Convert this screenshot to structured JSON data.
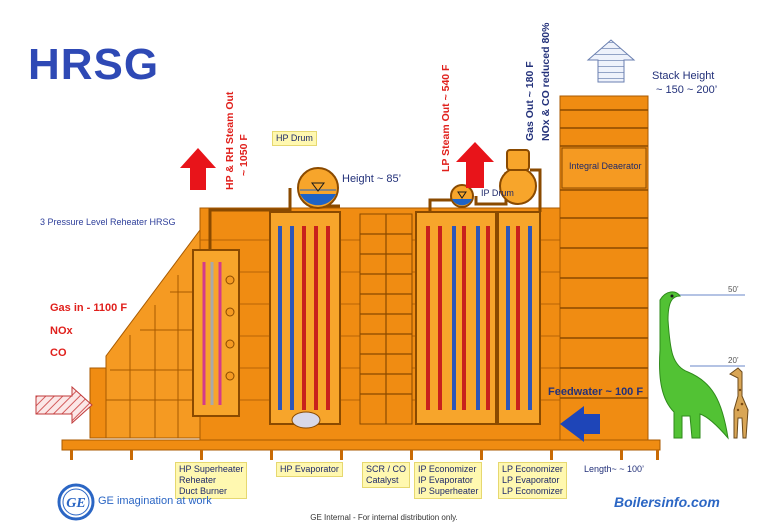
{
  "title": "HRSG",
  "subtitle": "3 Pressure Level Reheater HRSG",
  "gas_in": {
    "line1": "Gas in - 1100 F",
    "line2": "NOx",
    "line3": "CO"
  },
  "hp_rh_steam": {
    "line1": "HP & RH Steam Out",
    "line2": "~ 1050 F"
  },
  "lp_steam": "LP Steam Out ~ 540 F",
  "gas_out": "Gas Out ~ 180 F",
  "nox_reduced": "NOx & CO reduced  80%",
  "stack_height": {
    "line1": "Stack Height",
    "line2": "~ 150 ~ 200’"
  },
  "hp_drum": "HP Drum",
  "ip_drum": "IP Drum",
  "height": "Height ~ 85’",
  "integral_deaerator": "Integral Deaerator",
  "feedwater": "Feedwater ~ 100 F",
  "length": "Length~ ~ 100’",
  "scale_50": "50’",
  "scale_20": "20’",
  "sections": [
    {
      "lines": [
        "HP Superheater",
        "Reheater",
        "Duct Burner"
      ]
    },
    {
      "lines": [
        "HP Evaporator"
      ]
    },
    {
      "lines": [
        "SCR / CO",
        "Catalyst"
      ]
    },
    {
      "lines": [
        "IP Economizer",
        "IP Evaporator",
        "IP Superheater"
      ]
    },
    {
      "lines": [
        "LP Economizer",
        "LP Evaporator",
        "LP Economizer"
      ]
    }
  ],
  "ge_tagline": "GE imagination at work",
  "ge_logo_text": "GE",
  "website": "Boilersinfo.com",
  "footer": "GE Internal - For internal distribution only.",
  "colors": {
    "casing": "#f08c12",
    "casing_dark": "#c86a05",
    "title_blue": "#2e49b5",
    "arrow_red": "#e8141a",
    "tube_red": "#c8201c",
    "tube_blue": "#2d56b8",
    "dino_green": "#52c234"
  }
}
